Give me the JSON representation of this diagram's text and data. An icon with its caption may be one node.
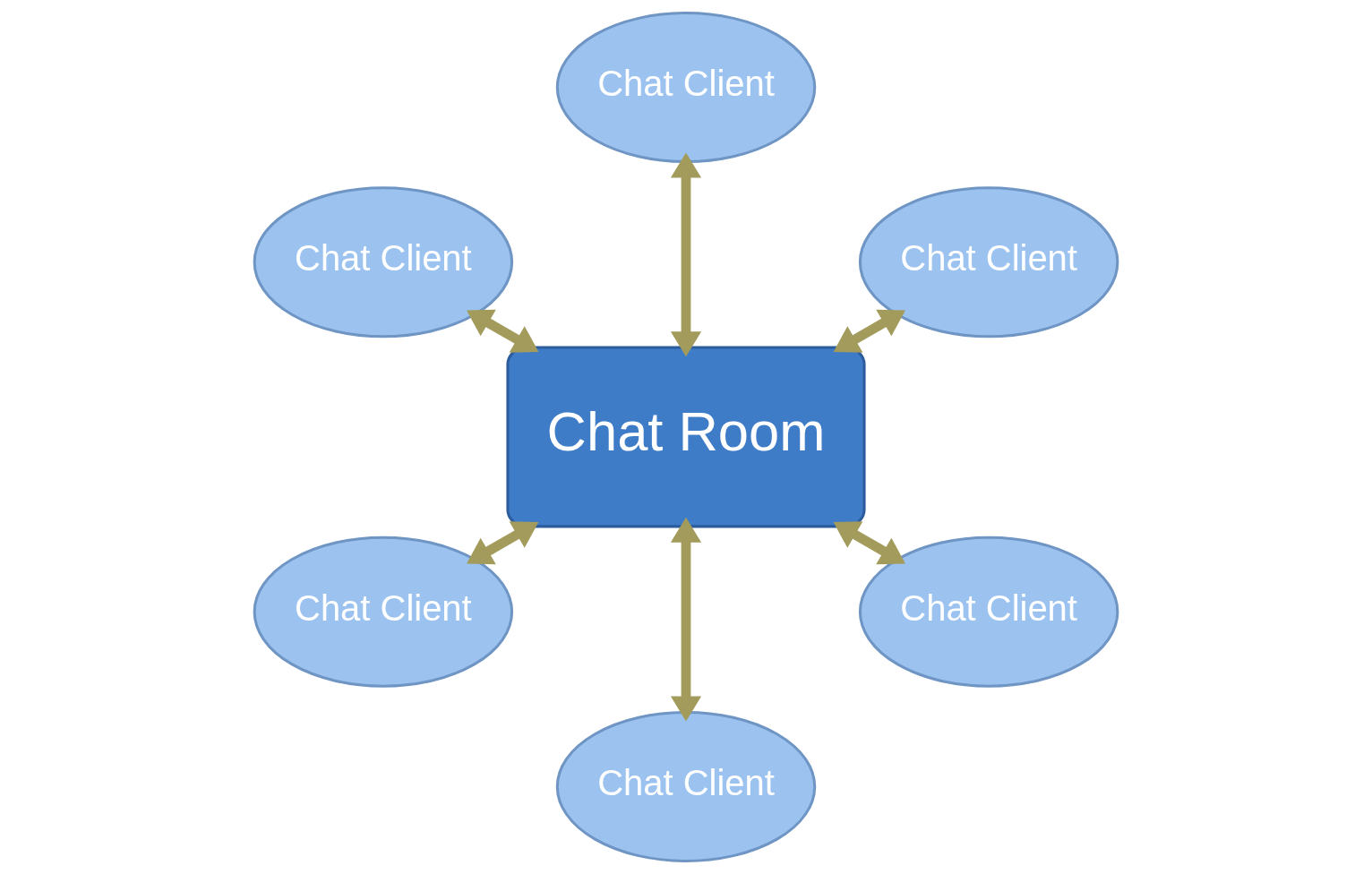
{
  "diagram": {
    "nodes": [
      {
        "text": [
          "Chat Client"
        ]
      },
      {
        "text": [
          "Chat Client"
        ]
      },
      {
        "text": [
          "Chat Client"
        ]
      },
      {
        "text": [
          "Chat Room"
        ]
      },
      {
        "text": [
          "Chat Client"
        ]
      },
      {
        "text": [
          "Chat Client"
        ]
      },
      {
        "text": [
          "Chat Client"
        ]
      }
    ],
    "edges": [
      {
        "from": 3,
        "to": 0,
        "arrow": "both"
      },
      {
        "from": 3,
        "to": 2,
        "arrow": "both"
      },
      {
        "from": 3,
        "to": 5,
        "arrow": "both"
      },
      {
        "from": 3,
        "to": 6,
        "arrow": "both"
      },
      {
        "from": 3,
        "to": 4,
        "arrow": "both"
      },
      {
        "from": 3,
        "to": 1,
        "arrow": "both"
      }
    ]
  }
}
